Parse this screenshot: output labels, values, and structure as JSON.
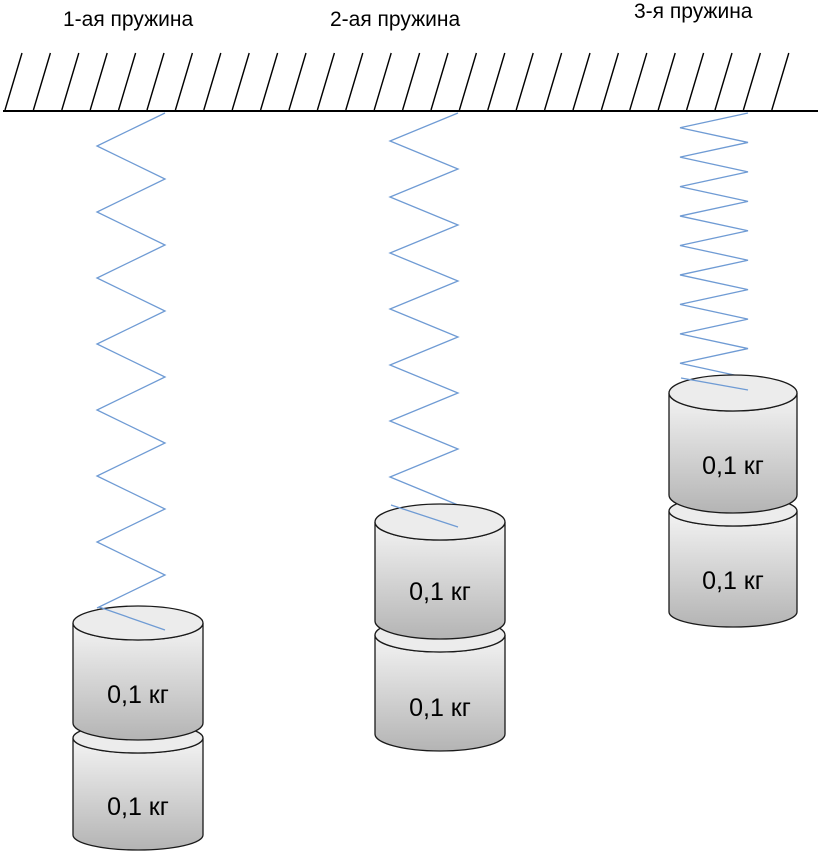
{
  "springs": [
    {
      "label": "1-ая пружина",
      "masses": [
        "0,1 кг",
        "0,1 кг"
      ]
    },
    {
      "label": "2-ая пружина",
      "masses": [
        "0,1 кг",
        "0,1 кг"
      ]
    },
    {
      "label": "3-я пружина",
      "masses": [
        "0,1 кг",
        "0,1 кг"
      ]
    }
  ],
  "colors": {
    "spring": "#6f9bd4",
    "ceiling": "#000000",
    "weight_stroke": "#1a1a1a",
    "weight_top": "#ececec",
    "weight_side_light": "#f4f4f4",
    "weight_side_dark": "#b4b4b4"
  }
}
